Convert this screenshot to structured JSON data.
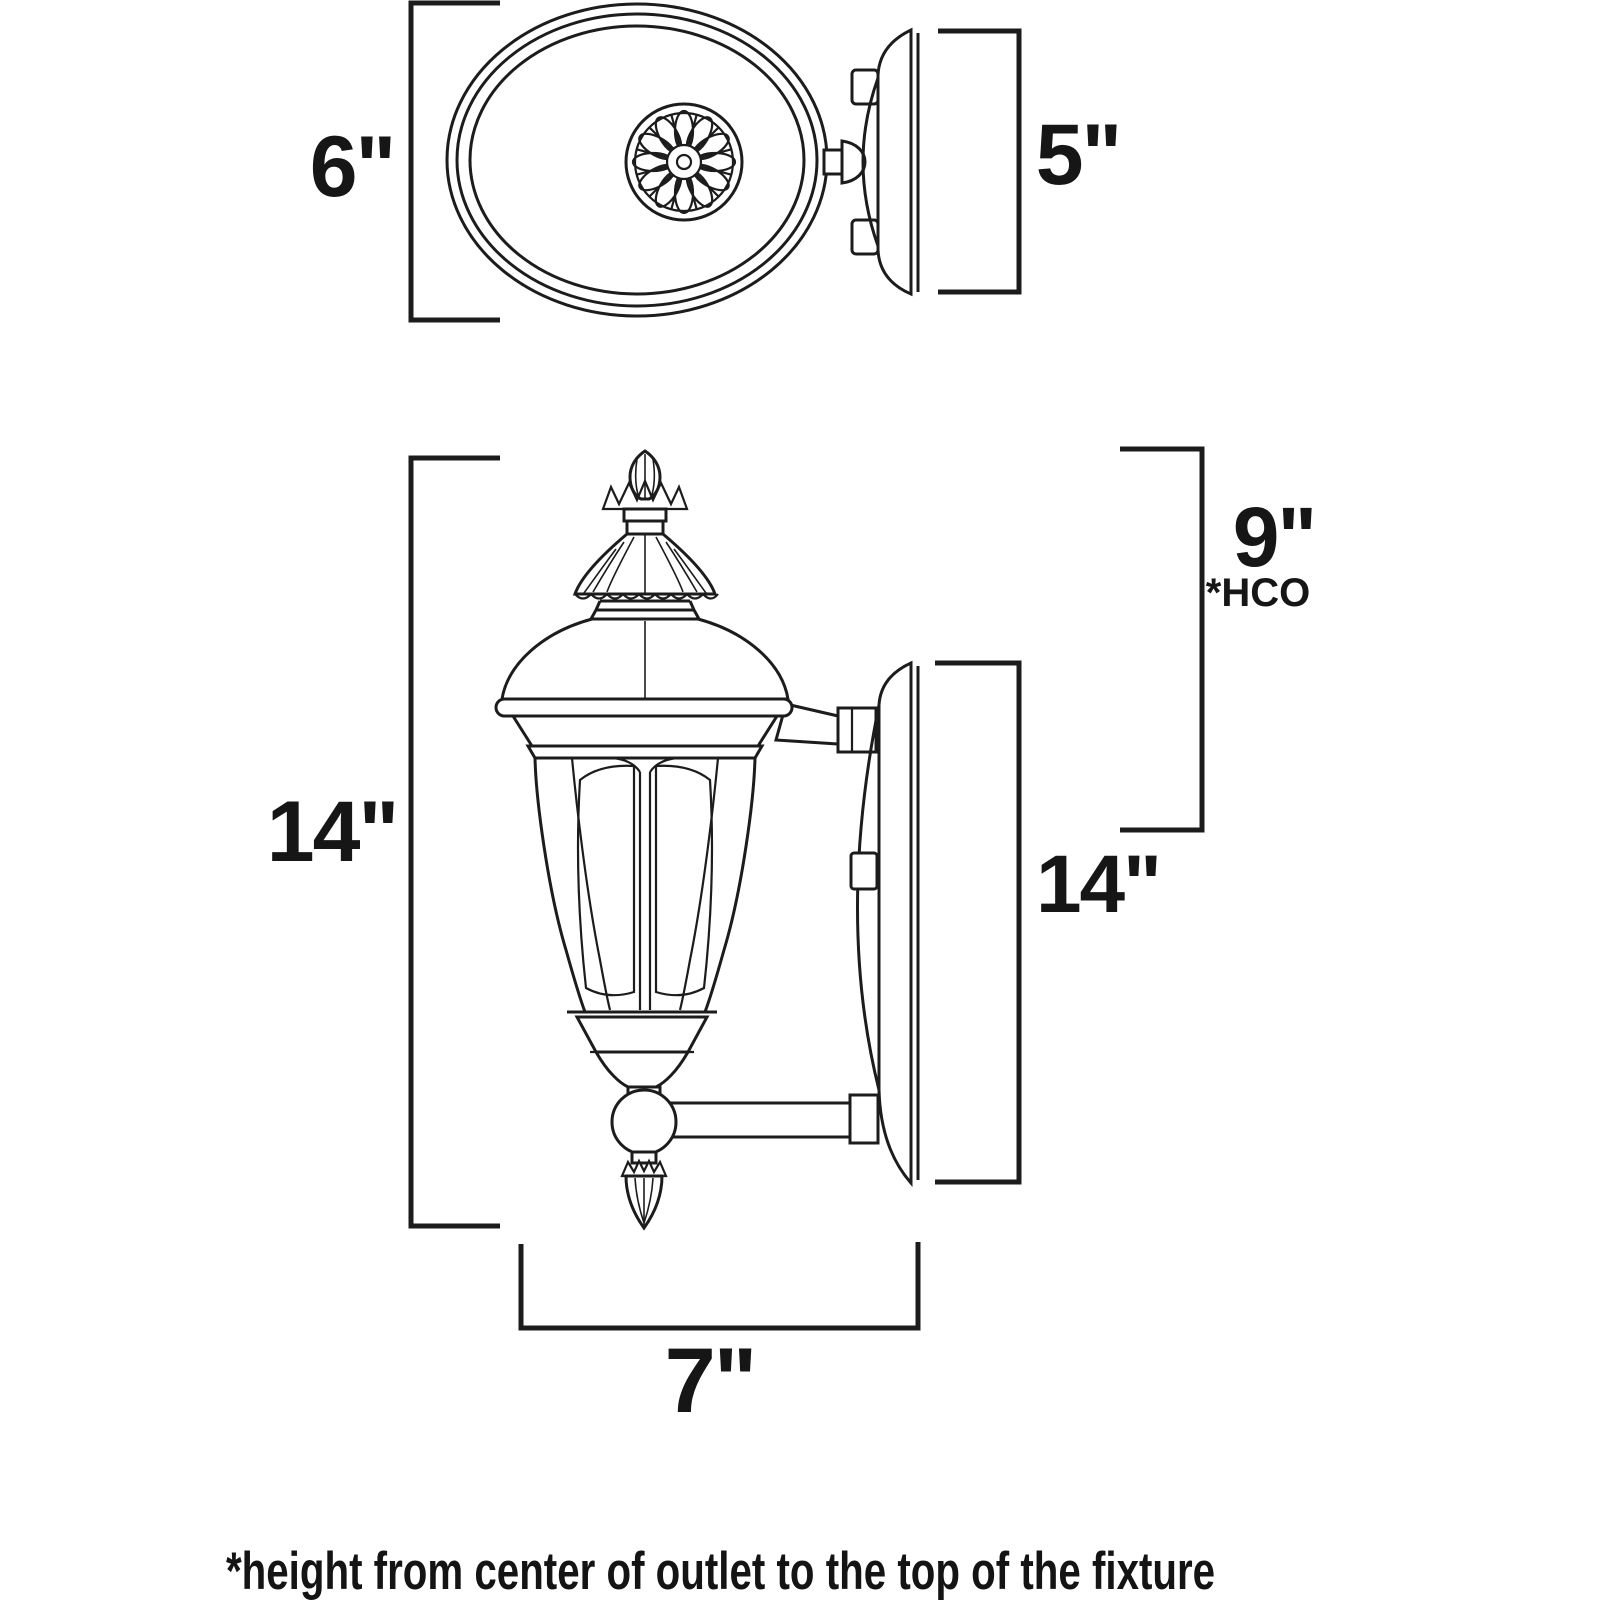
{
  "page": {
    "background_color": "#ffffff",
    "line_color": "#1c1c1c",
    "description": "Line-art dimension diagram of an ornate outdoor wall-mount lantern, top view and side view"
  },
  "top_view": {
    "width_label": "6\"",
    "depth_label": "5\""
  },
  "side_view": {
    "height_label": "14\"",
    "hco_height_label": "9\"",
    "hco_note": "*HCO",
    "backplate_height_label": "14\"",
    "width_label": "7\""
  },
  "footnote": {
    "text": "*height from center of outlet to the top of the fixture"
  }
}
